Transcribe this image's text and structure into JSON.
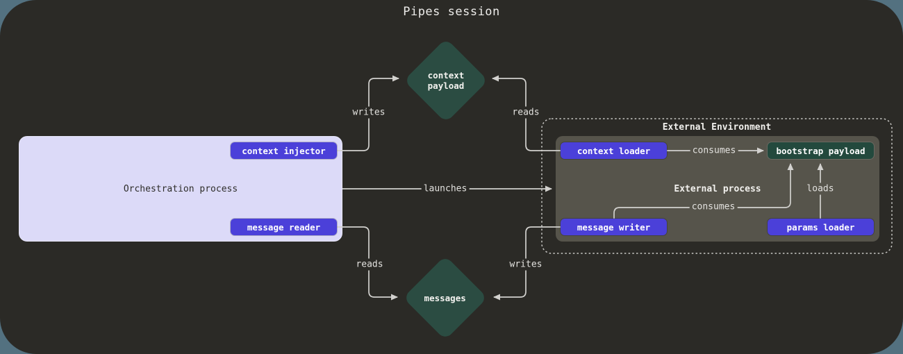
{
  "title": "Pipes session",
  "orchestration": {
    "label": "Orchestration process",
    "context_injector": "context injector",
    "message_reader": "message reader"
  },
  "external_environment": {
    "title": "External Environment",
    "process_label": "External process",
    "context_loader": "context loader",
    "message_writer": "message writer",
    "bootstrap_payload": "bootstrap payload",
    "params_loader": "params loader"
  },
  "diamonds": {
    "context_payload": "context payload",
    "messages": "messages"
  },
  "edges": {
    "writes_top": "writes",
    "reads_top": "reads",
    "launches": "launches",
    "reads_bottom": "reads",
    "writes_bottom": "writes",
    "consumes_top": "consumes",
    "consumes_bottom": "consumes",
    "loads": "loads"
  },
  "colors": {
    "accent_purple": "#4b40d9",
    "payload_green": "#23493d",
    "diamond_green": "#2b4c42",
    "orchestration_lavender": "#dcdaf8",
    "canvas_background": "#2b2a26",
    "outer_background": "#537180",
    "external_process_gray": "#56544b",
    "edge_line": "#d2d1ce"
  }
}
